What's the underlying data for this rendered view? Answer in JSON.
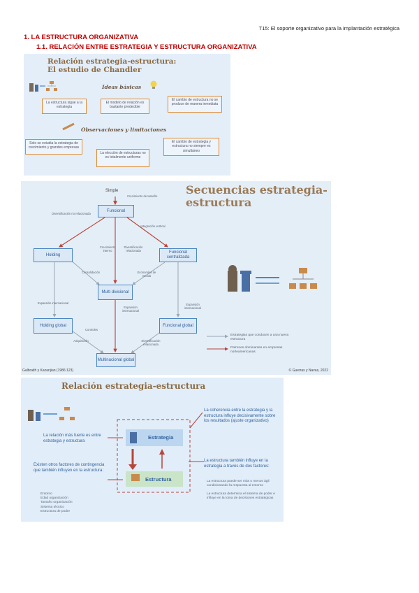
{
  "header_note": "T15: El soporte organizativo para la implantación estratégica",
  "heading1": "1.  LA ESTRUCTURA ORGANIZATIVA",
  "heading2": "1.1.  RELACIÓN ENTRE ESTRATEGIA Y ESTRUCTURA ORGANIZATIVA",
  "slide1": {
    "title_line1": "Relación estrategia-estructura:",
    "title_line2": "El estudio de Chandler",
    "section_ideas": "Ideas básicas",
    "idea_boxes": [
      "La estructura sigue a la estrategia",
      "El modelo de relación es bastante predecible",
      "El cambio de estructura no se produce de manera inmediata"
    ],
    "section_obs": "Observaciones y limitaciones",
    "obs_boxes": [
      "Solo se estudia la estrategia de crecimiento y grandes empresas",
      "La elección de estructuras no es totalmente uniforme",
      "El cambio de estrategia y estructura no siempre es simultáneo"
    ]
  },
  "slide2": {
    "title_line1": "Secuencias estrategia-",
    "title_line2": "estructura",
    "top_label": "Simple",
    "top_edge": "Crecimiento de tamaño",
    "nodes": {
      "funcional": "Funcional",
      "holding": "Holding",
      "funcional_centralizada": "Funcional centralizada",
      "multidivisional": "Multi divisional",
      "holding_global": "Holding global",
      "funcional_global": "Funcional global",
      "multinacional_global": "Multinacional global"
    },
    "edge_labels": [
      "Diversificación no relacionada",
      "Integración vertical",
      "Crecimiento interno",
      "Diversificación relacionada",
      "Expansión internacional",
      "Expansión internacional",
      "Expansión internacional",
      "Diversificación relacionada",
      "Economías de escala",
      "Consolidación",
      "Adquisición",
      "Controles"
    ],
    "legend": [
      "Estrategias que conducen a una nueva estructura",
      "Patrones dominantes en empresas norteamericanas"
    ],
    "footer_left": "Galbraith y Kazanjian (1986:123)",
    "footer_right": "© Guerras y Navas, 2022"
  },
  "slide3": {
    "title": "Relación estrategia-estructura",
    "box_strategy": "Estrategia",
    "box_structure": "Estructura",
    "left_point1": "La relación más fuerte es entre estrategia y estructura",
    "left_point2": "Existen otros factores de contingencia que también influyen en la estructura:",
    "left_bullets": [
      "Entorno",
      "Edad organización",
      "Tamaño organización",
      "Sistema técnico",
      "Estructura de poder"
    ],
    "right_point1": "La coherencia entre la estrategia y la estructura influye decisivamente sobre los resultados (ajuste organizativo)",
    "right_point2": "La estructura también influye en la estrategia a través de dos factores:",
    "right_bullets": [
      "La estructura puede ser más o menos ágil condicionando la respuesta al entorno",
      "La estructura determina el sistema de poder e influye en la toma de decisiones estratégicas"
    ]
  },
  "colors": {
    "heading": "#c00000",
    "slide_title": "#8c6b43",
    "diagram_blue": "#4b86c4",
    "arrow_red": "#b9443a",
    "orange": "#e08a2e"
  }
}
